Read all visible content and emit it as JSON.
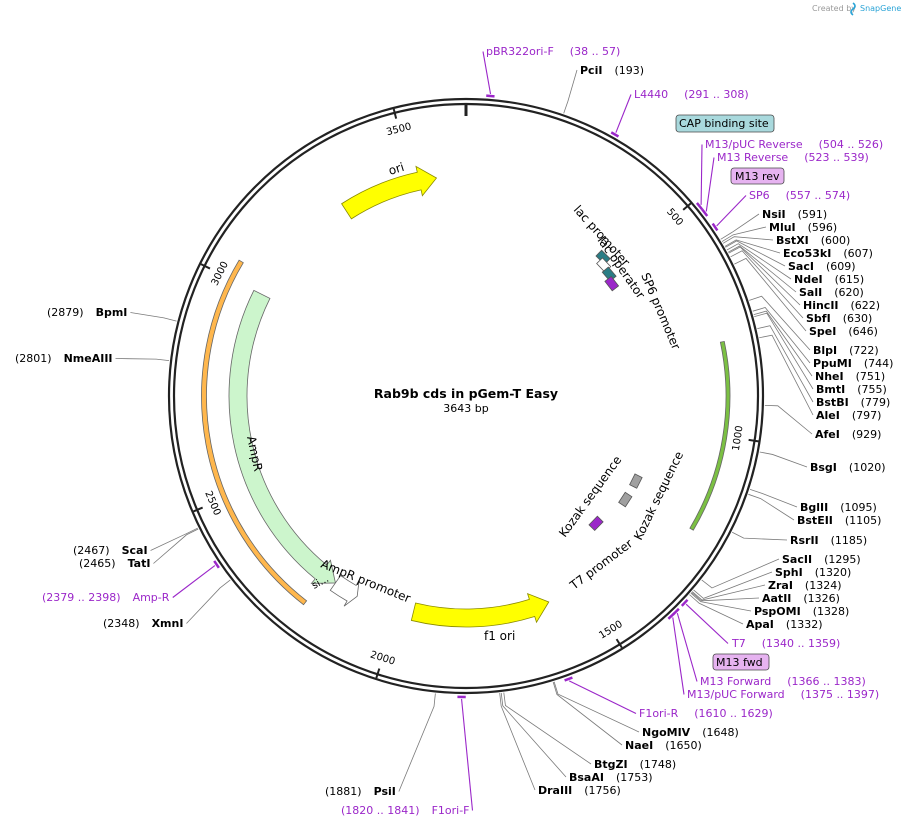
{
  "credit": {
    "prefix": "Created by",
    "brand": "SnapGene"
  },
  "plasmid": {
    "name": "Rab9b cds in pGem-T Easy",
    "length_label": "3643 bp",
    "length": 3643
  },
  "ticks": [
    "500",
    "1000",
    "1500",
    "2000",
    "2500",
    "3000",
    "3500"
  ],
  "features": [
    {
      "name": "ori",
      "label": "ori",
      "color": "#ffff00",
      "start": 3310,
      "end": 3565,
      "dir": 1,
      "radius": 220,
      "width": 18,
      "label_side": "inside"
    },
    {
      "name": "f1 ori",
      "label": "f1 ori",
      "color": "#ffff00",
      "start": 1600,
      "end": 1960,
      "dir": -1,
      "radius": 222,
      "width": 18,
      "label_side": "inside"
    },
    {
      "name": "AmpR",
      "label": "AmpR",
      "color": "#ccf5cc",
      "start": 2175,
      "end": 3000,
      "dir": -1,
      "radius": 228,
      "width": 18,
      "label_side": "inside"
    },
    {
      "name": "AmpR promoter",
      "label": "AmpR promoter",
      "color": "#ffffff",
      "start": 2110,
      "end": 2175,
      "dir": -1,
      "radius": 228,
      "width": 18,
      "label_side": "inside"
    },
    {
      "name": "Rab9b orange",
      "label": "",
      "color": "#ffb74d",
      "start": 2205,
      "end": 3045,
      "dir": 0,
      "radius": 262,
      "width": 5,
      "label_side": "none"
    },
    {
      "name": "Rab9b green",
      "label": "",
      "color": "#7bc043",
      "start": 790,
      "end": 1220,
      "dir": 0,
      "radius": 262,
      "width": 4,
      "label_side": "none"
    }
  ],
  "small_features": [
    {
      "name": "CAP binding site",
      "color": "#2b7d85",
      "pos": 452
    },
    {
      "name": "lac promoter",
      "color": "#ffffff",
      "pos": 470
    },
    {
      "name": "lac operator",
      "color": "#2b7d85",
      "pos": 502
    },
    {
      "name": "SP6 promoter",
      "color": "#9b27c9",
      "pos": 530
    },
    {
      "name": "Kozak sequence 1",
      "color": "#a0a0a0",
      "pos": 1245
    },
    {
      "name": "Kozak sequence 2",
      "color": "#a0a0a0",
      "pos": 1180
    },
    {
      "name": "T7 promoter",
      "color": "#9b27c9",
      "pos": 1360
    }
  ],
  "feature_texts": {
    "lac_promoter": "lac promoter",
    "lac_operator": "lac operator",
    "sp6_promoter": "SP6 promoter",
    "kozak1": "Kozak sequence",
    "kozak2": "Kozak sequence",
    "t7_promoter": "T7 promoter",
    "si_label": "si..."
  },
  "enzymes_right": [
    {
      "name": "PciI",
      "site": "(193)",
      "pos": 193
    },
    {
      "name": "NsiI",
      "site": "(591)",
      "pos": 591
    },
    {
      "name": "MluI",
      "site": "(596)",
      "pos": 596
    },
    {
      "name": "BstXI",
      "site": "(600)",
      "pos": 600
    },
    {
      "name": "Eco53kI",
      "site": "(607)",
      "pos": 607
    },
    {
      "name": "SacI",
      "site": "(609)",
      "pos": 609
    },
    {
      "name": "NdeI",
      "site": "(615)",
      "pos": 615
    },
    {
      "name": "SalI",
      "site": "(620)",
      "pos": 620
    },
    {
      "name": "HincII",
      "site": "(622)",
      "pos": 622
    },
    {
      "name": "SbfI",
      "site": "(630)",
      "pos": 630
    },
    {
      "name": "SpeI",
      "site": "(646)",
      "pos": 646
    },
    {
      "name": "BlpI",
      "site": "(722)",
      "pos": 722
    },
    {
      "name": "PpuMI",
      "site": "(744)",
      "pos": 744
    },
    {
      "name": "NheI",
      "site": "(751)",
      "pos": 751
    },
    {
      "name": "BmtI",
      "site": "(755)",
      "pos": 755
    },
    {
      "name": "BstBI",
      "site": "(779)",
      "pos": 779
    },
    {
      "name": "AleI",
      "site": "(797)",
      "pos": 797
    },
    {
      "name": "AfeI",
      "site": "(929)",
      "pos": 929
    },
    {
      "name": "BsgI",
      "site": "(1020)",
      "pos": 1020
    },
    {
      "name": "BglII",
      "site": "(1095)",
      "pos": 1095
    },
    {
      "name": "BstEII",
      "site": "(1105)",
      "pos": 1105
    },
    {
      "name": "RsrII",
      "site": "(1185)",
      "pos": 1185
    },
    {
      "name": "SacII",
      "site": "(1295)",
      "pos": 1295
    },
    {
      "name": "SphI",
      "site": "(1320)",
      "pos": 1320
    },
    {
      "name": "ZraI",
      "site": "(1324)",
      "pos": 1324
    },
    {
      "name": "AatII",
      "site": "(1326)",
      "pos": 1326
    },
    {
      "name": "PspOMI",
      "site": "(1328)",
      "pos": 1328
    },
    {
      "name": "ApaI",
      "site": "(1332)",
      "pos": 1332
    },
    {
      "name": "NgoMIV",
      "site": "(1648)",
      "pos": 1648
    },
    {
      "name": "NaeI",
      "site": "(1650)",
      "pos": 1650
    },
    {
      "name": "BtgZI",
      "site": "(1748)",
      "pos": 1748
    },
    {
      "name": "BsaAI",
      "site": "(1753)",
      "pos": 1753
    },
    {
      "name": "DraIII",
      "site": "(1756)",
      "pos": 1756
    }
  ],
  "enzymes_left": [
    {
      "name": "PsiI",
      "site": "(1881)",
      "pos": 1881
    },
    {
      "name": "XmnI",
      "site": "(2348)",
      "pos": 2348
    },
    {
      "name": "TatI",
      "site": "(2465)",
      "pos": 2465
    },
    {
      "name": "ScaI",
      "site": "(2467)",
      "pos": 2467
    },
    {
      "name": "NmeAIII",
      "site": "(2801)",
      "pos": 2801
    },
    {
      "name": "BpmI",
      "site": "(2879)",
      "pos": 2879
    }
  ],
  "primers": [
    {
      "name": "pBR322ori-F",
      "range": "(38 .. 57)",
      "pos": 47
    },
    {
      "name": "L4440",
      "range": "(291 .. 308)",
      "pos": 300
    },
    {
      "name": "M13/pUC Reverse",
      "range": "(504 .. 526)",
      "pos": 515
    },
    {
      "name": "M13 Reverse",
      "range": "(523 .. 539)",
      "pos": 531
    },
    {
      "name": "SP6",
      "range": "(557 .. 574)",
      "pos": 565
    },
    {
      "name": "T7",
      "range": "(1340 .. 1359)",
      "pos": 1350
    },
    {
      "name": "M13 Forward",
      "range": "(1366 .. 1383)",
      "pos": 1374
    },
    {
      "name": "M13/pUC Forward",
      "range": "(1375 .. 1397)",
      "pos": 1386
    },
    {
      "name": "F1ori-R",
      "range": "(1610 .. 1629)",
      "pos": 1620
    },
    {
      "name": "F1ori-F",
      "range": "(1820 .. 1841)",
      "pos": 1830
    },
    {
      "name": "Amp-R",
      "range": "(2379 .. 2398)",
      "pos": 2388
    }
  ],
  "boxed_labels": [
    {
      "text": "CAP binding site",
      "fill": "#a9d9dd"
    },
    {
      "text": "M13 rev",
      "fill": "#e6b3f0"
    },
    {
      "text": "M13 fwd",
      "fill": "#e6b3f0"
    }
  ]
}
